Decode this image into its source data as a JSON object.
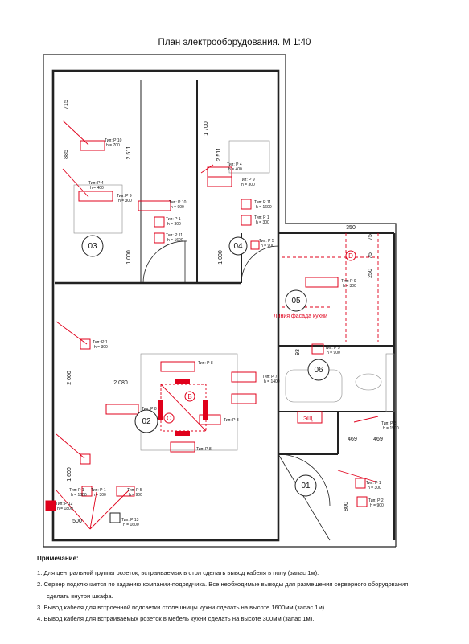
{
  "title": "План электрооборудования. М 1:40",
  "rooms": [
    "03",
    "04",
    "05",
    "06",
    "02",
    "01"
  ],
  "markers": [
    "B",
    "C",
    "D"
  ],
  "dimensions": [
    "715",
    "885",
    "2 511",
    "1 000",
    "1 700",
    "2 511",
    "1 000",
    "350",
    "75",
    "75",
    "250",
    "2 000",
    "2 080",
    "1 600",
    "500",
    "93",
    "469",
    "469",
    "800"
  ],
  "labels": {
    "kitchen_facade": "Линия фасада кухни",
    "switchboard": "ЭЩ"
  },
  "sockets": [
    {
      "type": "Тип: Р 10",
      "h": "h = 700"
    },
    {
      "type": "Тип: Р 4",
      "h": "h = 400"
    },
    {
      "type": "Тип: Р 9",
      "h": "h = 300"
    },
    {
      "type": "Тип: Р 10",
      "h": "h = 900"
    },
    {
      "type": "Тип: Р 1",
      "h": "h = 300"
    },
    {
      "type": "Тип: Р 11",
      "h": "h = 1600"
    },
    {
      "type": "Тип: Р 4",
      "h": "h = 400"
    },
    {
      "type": "Тип: Р 9",
      "h": "h = 300"
    },
    {
      "type": "Тип: Р 11",
      "h": "h = 1600"
    },
    {
      "type": "Тип: Р 1",
      "h": "h = 300"
    },
    {
      "type": "Тип: Р 5",
      "h": "h = 900"
    },
    {
      "type": "Тип: Р 9",
      "h": "h = 300"
    },
    {
      "type": "Тип: Р 5",
      "h": "h = 900"
    },
    {
      "type": "Тип: Р 1",
      "h": "h = 300"
    },
    {
      "type": "Тип: Р 8",
      "h": ""
    },
    {
      "type": "Тип: Р 7",
      "h": "h = 1400"
    },
    {
      "type": "Тип: Р 8",
      "h": ""
    },
    {
      "type": "Тип: Р 8",
      "h": ""
    },
    {
      "type": "Тип: Р 8",
      "h": ""
    },
    {
      "type": "Тип: Р 3",
      "h": "h = 1500"
    },
    {
      "type": "Тип: Р 1",
      "h": "h = 300"
    },
    {
      "type": "Тип: Р 1",
      "h": "h = 300"
    },
    {
      "type": "Тип: Р 2",
      "h": "h = 900"
    },
    {
      "type": "Тип: Р 1",
      "h": "h = 1800"
    },
    {
      "type": "Тип: Р 1",
      "h": "h = 300"
    },
    {
      "type": "Тип: Р 5",
      "h": "h = 900"
    },
    {
      "type": "Тип: Р 12",
      "h": "h = 1800"
    },
    {
      "type": "Тип: Р 13",
      "h": "h = 1600"
    }
  ],
  "notes": {
    "heading": "Примечание:",
    "items": [
      "1. Для центральной группы розеток, встраиваемых в стол сделать вывод кабеля в полу (запас 1м).",
      "2. Сервер подключается по заданию компании-подрядчика. Все необходимые выводы для размещения серверного оборудования",
      "сделать внутри шкафа.",
      "3. Вывод кабеля для встроенной подсветки столешницы кухни сделать на высоте 1600мм (запас 1м).",
      "4. Вывод кабеля для встраиваемых розеток в мебель кухни сделать на высоте 300мм (запас 1м)."
    ]
  }
}
